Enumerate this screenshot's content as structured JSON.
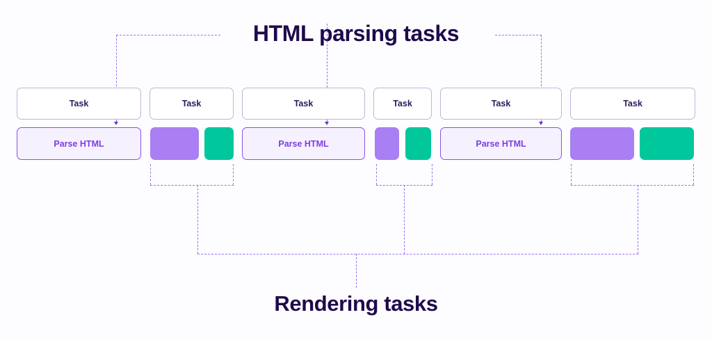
{
  "diagram": {
    "title_top": "HTML parsing tasks",
    "title_bottom": "Rendering tasks",
    "colors": {
      "background": "#fdfdff",
      "title_text": "#1f0a4c",
      "task_border": "#c2b3da",
      "task_text": "#2c1a5e",
      "parse_border": "#8b4fe8",
      "parse_fill": "#f6f1ff",
      "parse_text": "#7b3fe4",
      "block_purple": "#a97ff3",
      "block_teal": "#00c79c",
      "connector": "#9b6cf0"
    },
    "task_label": "Task",
    "parse_label": "Parse HTML",
    "tasks": [
      {
        "label": "Task"
      },
      {
        "label": "Task"
      },
      {
        "label": "Task"
      },
      {
        "label": "Task"
      },
      {
        "label": "Task"
      },
      {
        "label": "Task"
      }
    ],
    "work_blocks": [
      {
        "kind": "parse-html",
        "label": "Parse HTML"
      },
      {
        "kind": "purple",
        "label": ""
      },
      {
        "kind": "teal",
        "label": ""
      },
      {
        "kind": "parse-html",
        "label": "Parse HTML"
      },
      {
        "kind": "purple",
        "label": ""
      },
      {
        "kind": "teal",
        "label": ""
      },
      {
        "kind": "parse-html",
        "label": "Parse HTML"
      },
      {
        "kind": "purple",
        "label": ""
      },
      {
        "kind": "teal",
        "label": ""
      }
    ]
  }
}
